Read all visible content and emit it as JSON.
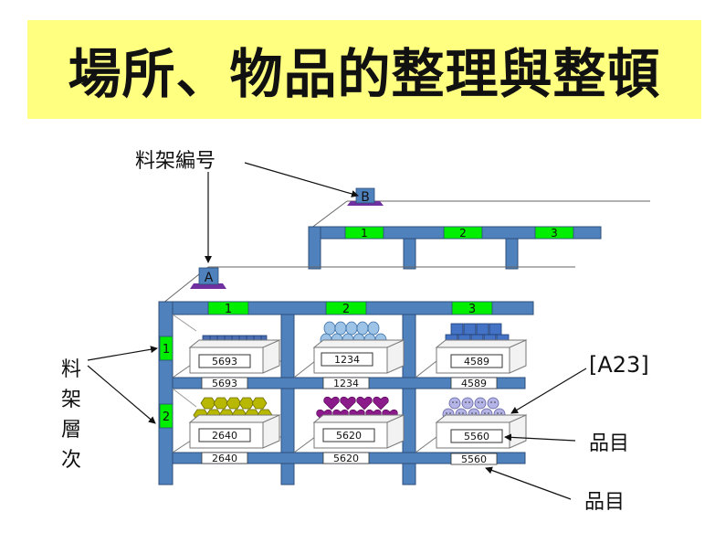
{
  "title": "場所、物品的整理與整頓",
  "labels": {
    "rack_number": "料架編号",
    "rack_level_chars": [
      "料",
      "架",
      "層",
      "次"
    ],
    "position_code": "[A23]",
    "item_label_1": "品目",
    "item_label_2": "品目"
  },
  "racks": {
    "front_id": "A",
    "back_id": "B",
    "front_columns": [
      "1",
      "2",
      "3"
    ],
    "back_columns": [
      "1",
      "2",
      "3"
    ],
    "levels": [
      "1",
      "2"
    ]
  },
  "cells": {
    "level1": [
      {
        "box": "5693",
        "shelf": "5693"
      },
      {
        "box": "1234",
        "shelf": "1234"
      },
      {
        "box": "4589",
        "shelf": "4589"
      }
    ],
    "level2": [
      {
        "box": "2640",
        "shelf": "2640"
      },
      {
        "box": "5620",
        "shelf": "5620"
      },
      {
        "box": "5560",
        "shelf": "5560"
      }
    ]
  },
  "colors": {
    "title_bg": "#ffff80",
    "rack_blue": "#4f81bd",
    "label_green": "#00ee00",
    "marker_purple": "#7030a0",
    "cyl_blue": "#4a6fb0",
    "ball_lightblue": "#9dc3e6",
    "cube_blue": "#4472c4",
    "hex_olive": "#b8b800",
    "heart_purple": "#8b1a8b",
    "smiley_lavender": "#b4b4e6"
  }
}
